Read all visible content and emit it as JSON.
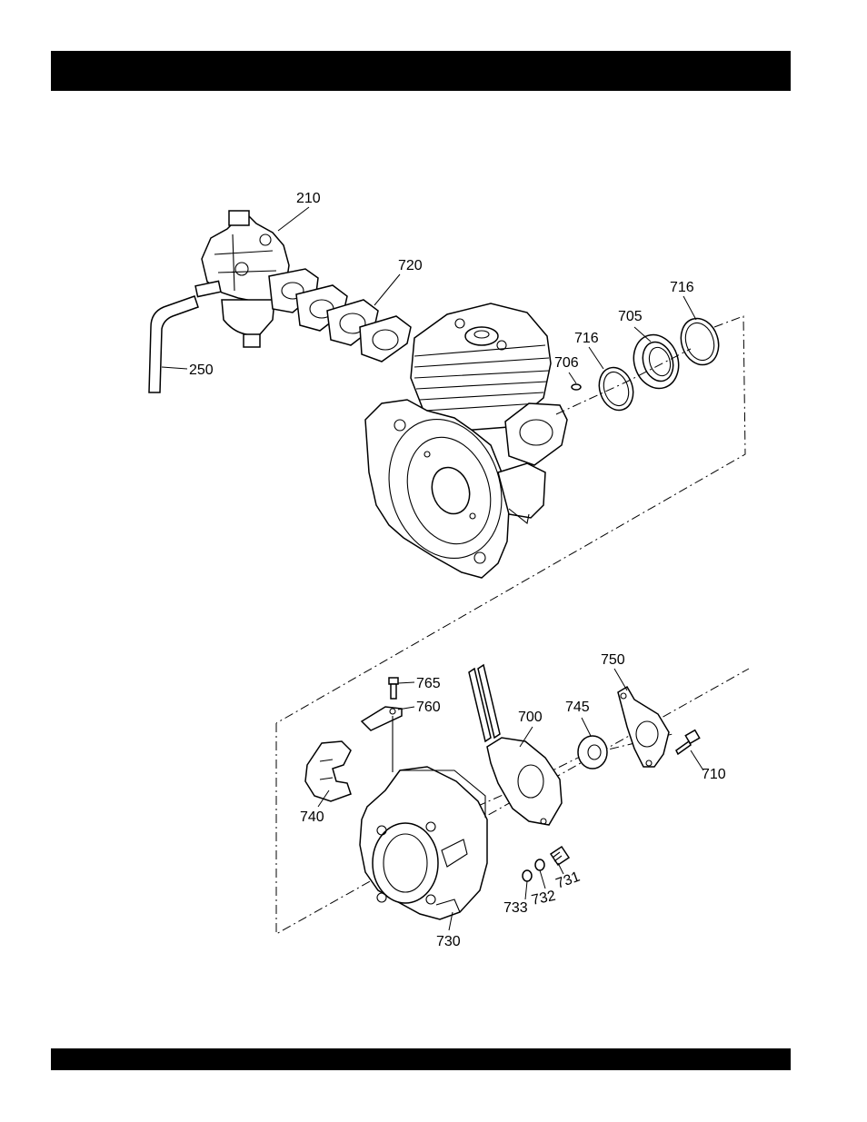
{
  "header_bar": {
    "text": ""
  },
  "footer_bar": {
    "text": ""
  },
  "parts": [
    {
      "key": "p210",
      "label": "210"
    },
    {
      "key": "p250",
      "label": "250"
    },
    {
      "key": "p720",
      "label": "720"
    },
    {
      "key": "p716a",
      "label": "716"
    },
    {
      "key": "p716b",
      "label": "716"
    },
    {
      "key": "p705",
      "label": "705"
    },
    {
      "key": "p706",
      "label": "706"
    },
    {
      "key": "p750",
      "label": "750"
    },
    {
      "key": "p765",
      "label": "765"
    },
    {
      "key": "p760",
      "label": "760"
    },
    {
      "key": "p700",
      "label": "700"
    },
    {
      "key": "p745",
      "label": "745"
    },
    {
      "key": "p710",
      "label": "710"
    },
    {
      "key": "p740",
      "label": "740"
    },
    {
      "key": "p731",
      "label": "731"
    },
    {
      "key": "p732",
      "label": "732"
    },
    {
      "key": "p733",
      "label": "733"
    },
    {
      "key": "p730",
      "label": "730"
    }
  ]
}
